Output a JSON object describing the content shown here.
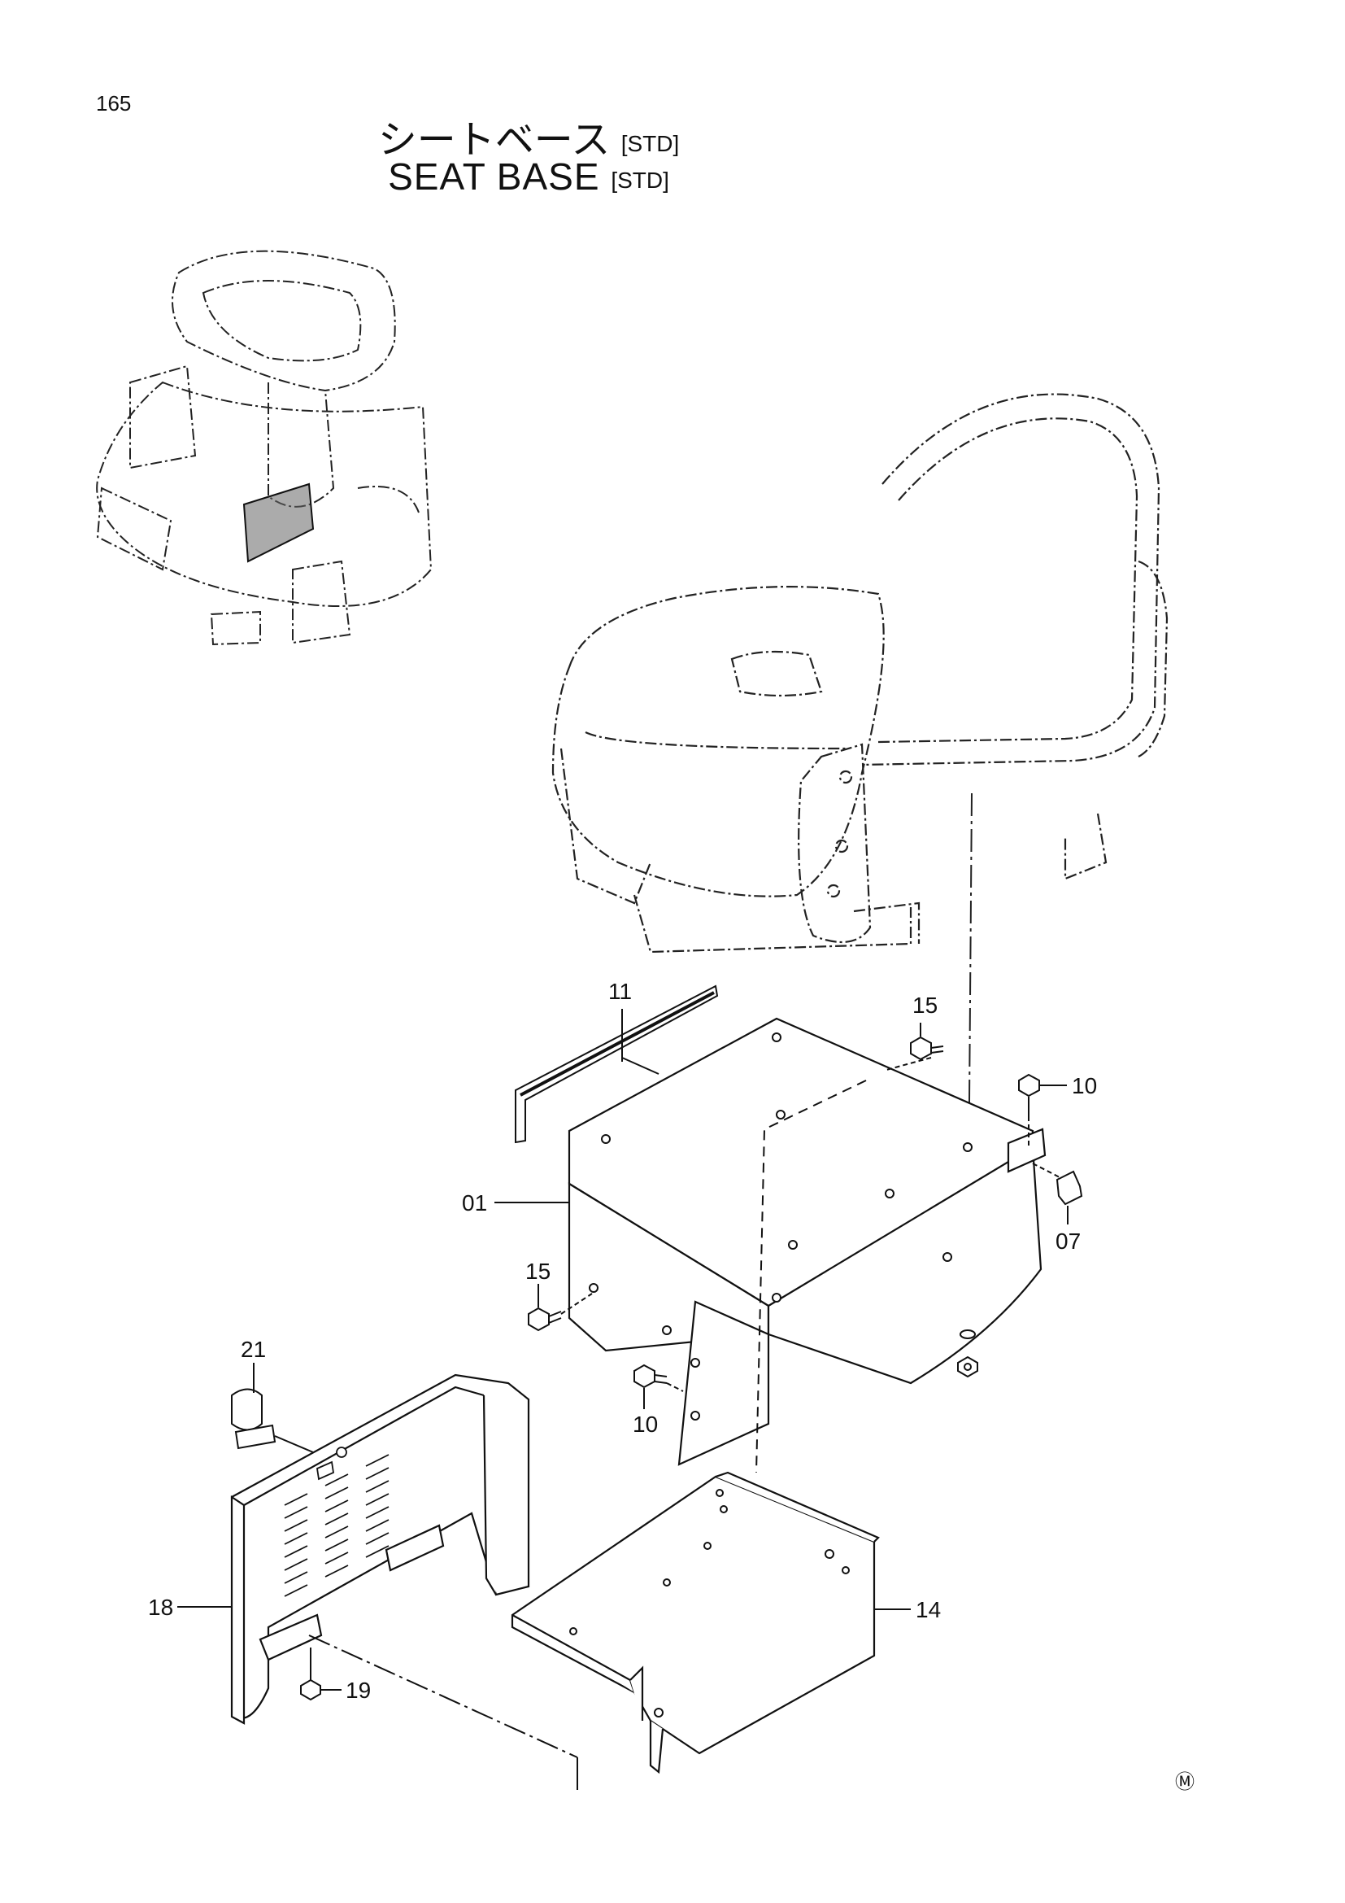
{
  "page": {
    "number": "165"
  },
  "title": {
    "jp": "シートベース",
    "en": "SEAT BASE",
    "variant_tag": "[STD]"
  },
  "callouts": [
    {
      "id": "01",
      "label": "01"
    },
    {
      "id": "07",
      "label": "07"
    },
    {
      "id": "10a",
      "label": "10"
    },
    {
      "id": "10b",
      "label": "10"
    },
    {
      "id": "11",
      "label": "11"
    },
    {
      "id": "14",
      "label": "14"
    },
    {
      "id": "15a",
      "label": "15"
    },
    {
      "id": "15b",
      "label": "15"
    },
    {
      "id": "18",
      "label": "18"
    },
    {
      "id": "19",
      "label": "19"
    },
    {
      "id": "21",
      "label": "21"
    }
  ],
  "corner_mark": "Ⓜ"
}
